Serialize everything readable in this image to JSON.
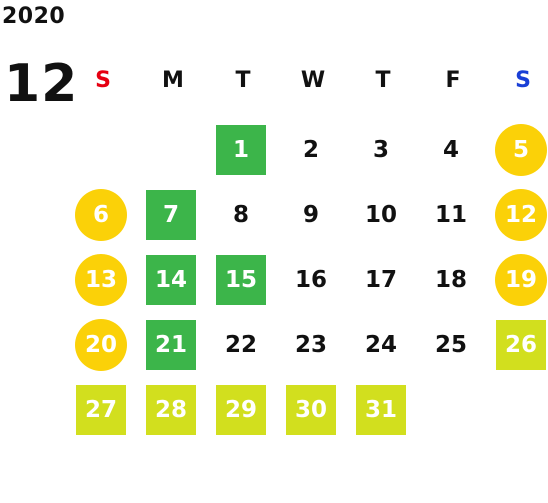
{
  "calendar": {
    "year": "2020",
    "month": "12",
    "weekdays": [
      {
        "label": "S",
        "color": "#e60012"
      },
      {
        "label": "M",
        "color": "#111111"
      },
      {
        "label": "T",
        "color": "#111111"
      },
      {
        "label": "W",
        "color": "#111111"
      },
      {
        "label": "T",
        "color": "#111111"
      },
      {
        "label": "F",
        "color": "#111111"
      },
      {
        "label": "S",
        "color": "#1a3fd6"
      }
    ],
    "legend_colors": {
      "green": "#3cb54a",
      "yellow_green": "#d2df1e",
      "holiday_circle": "#fbd108"
    },
    "days": [
      {
        "n": "1",
        "col": 2,
        "row": 0,
        "style": "green"
      },
      {
        "n": "2",
        "col": 3,
        "row": 0,
        "style": "plain"
      },
      {
        "n": "3",
        "col": 4,
        "row": 0,
        "style": "plain"
      },
      {
        "n": "4",
        "col": 5,
        "row": 0,
        "style": "plain"
      },
      {
        "n": "5",
        "col": 6,
        "row": 0,
        "style": "circle"
      },
      {
        "n": "6",
        "col": 0,
        "row": 1,
        "style": "circle"
      },
      {
        "n": "7",
        "col": 1,
        "row": 1,
        "style": "green"
      },
      {
        "n": "8",
        "col": 2,
        "row": 1,
        "style": "plain"
      },
      {
        "n": "9",
        "col": 3,
        "row": 1,
        "style": "plain"
      },
      {
        "n": "10",
        "col": 4,
        "row": 1,
        "style": "plain"
      },
      {
        "n": "11",
        "col": 5,
        "row": 1,
        "style": "plain"
      },
      {
        "n": "12",
        "col": 6,
        "row": 1,
        "style": "circle"
      },
      {
        "n": "13",
        "col": 0,
        "row": 2,
        "style": "circle"
      },
      {
        "n": "14",
        "col": 1,
        "row": 2,
        "style": "green"
      },
      {
        "n": "15",
        "col": 2,
        "row": 2,
        "style": "green"
      },
      {
        "n": "16",
        "col": 3,
        "row": 2,
        "style": "plain"
      },
      {
        "n": "17",
        "col": 4,
        "row": 2,
        "style": "plain"
      },
      {
        "n": "18",
        "col": 5,
        "row": 2,
        "style": "plain"
      },
      {
        "n": "19",
        "col": 6,
        "row": 2,
        "style": "circle"
      },
      {
        "n": "20",
        "col": 0,
        "row": 3,
        "style": "circle"
      },
      {
        "n": "21",
        "col": 1,
        "row": 3,
        "style": "green"
      },
      {
        "n": "22",
        "col": 2,
        "row": 3,
        "style": "plain"
      },
      {
        "n": "23",
        "col": 3,
        "row": 3,
        "style": "plain"
      },
      {
        "n": "24",
        "col": 4,
        "row": 3,
        "style": "plain"
      },
      {
        "n": "25",
        "col": 5,
        "row": 3,
        "style": "plain"
      },
      {
        "n": "26",
        "col": 6,
        "row": 3,
        "style": "yellow"
      },
      {
        "n": "27",
        "col": 0,
        "row": 4,
        "style": "yellow"
      },
      {
        "n": "28",
        "col": 1,
        "row": 4,
        "style": "yellow"
      },
      {
        "n": "29",
        "col": 2,
        "row": 4,
        "style": "yellow"
      },
      {
        "n": "30",
        "col": 3,
        "row": 4,
        "style": "yellow"
      },
      {
        "n": "31",
        "col": 4,
        "row": 4,
        "style": "yellow"
      }
    ]
  }
}
